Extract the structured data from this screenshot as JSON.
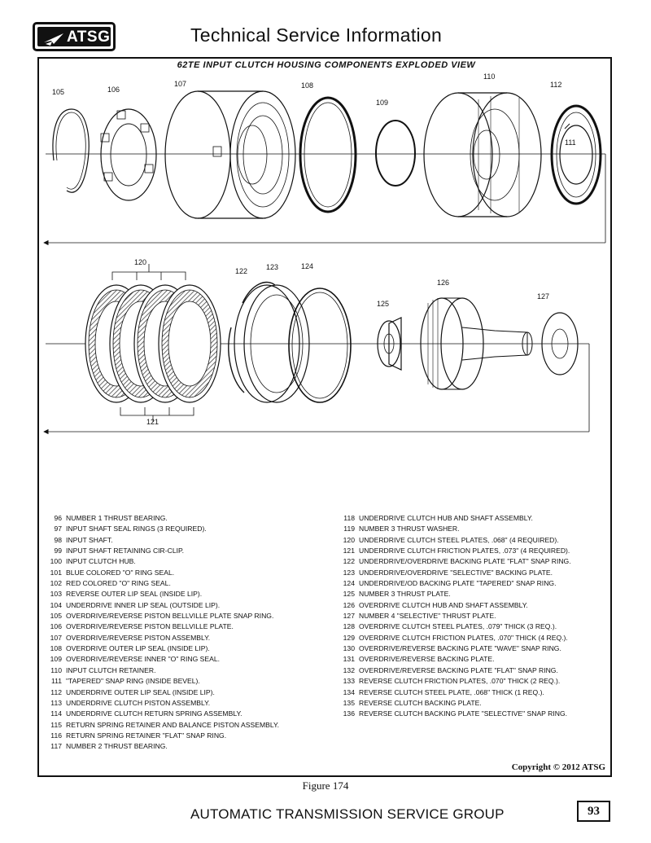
{
  "header": {
    "logo_text": "ATSG",
    "title": "Technical Service Information"
  },
  "diagram": {
    "title": "62TE INPUT CLUTCH HOUSING COMPONENTS EXPLODED VIEW",
    "callouts_top": [
      "105",
      "106",
      "107",
      "108",
      "109",
      "110",
      "111",
      "112"
    ],
    "callouts_bottom": [
      "120",
      "121",
      "122",
      "123",
      "124",
      "125",
      "126",
      "127"
    ]
  },
  "parts_left": [
    {
      "num": "96",
      "desc": "NUMBER 1 THRUST BEARING."
    },
    {
      "num": "97",
      "desc": "INPUT SHAFT SEAL RINGS  (3 REQUIRED)."
    },
    {
      "num": "98",
      "desc": "INPUT SHAFT."
    },
    {
      "num": "99",
      "desc": "INPUT SHAFT RETAINING CIR-CLIP."
    },
    {
      "num": "100",
      "desc": "INPUT CLUTCH HUB."
    },
    {
      "num": "101",
      "desc": "BLUE COLORED \"O\" RING SEAL."
    },
    {
      "num": "102",
      "desc": "RED COLORED \"O\" RING SEAL."
    },
    {
      "num": "103",
      "desc": "REVERSE OUTER LIP SEAL  (INSIDE LIP)."
    },
    {
      "num": "104",
      "desc": "UNDERDRIVE INNER LIP SEAL  (OUTSIDE LIP)."
    },
    {
      "num": "105",
      "desc": "OVERDRIVE/REVERSE PISTON BELLVILLE PLATE SNAP RING."
    },
    {
      "num": "106",
      "desc": "OVERDRIVE/REVERSE PISTON BELLVILLE PLATE."
    },
    {
      "num": "107",
      "desc": "OVERDRIVE/REVERSE PISTON ASSEMBLY."
    },
    {
      "num": "108",
      "desc": "OVERDRIVE OUTER LIP SEAL  (INSIDE LIP)."
    },
    {
      "num": "109",
      "desc": "OVERDRIVE/REVERSE INNER \"O\" RING SEAL."
    },
    {
      "num": "110",
      "desc": "INPUT CLUTCH RETAINER."
    },
    {
      "num": "111",
      "desc": "\"TAPERED\" SNAP RING  (INSIDE BEVEL)."
    },
    {
      "num": "112",
      "desc": "UNDERDRIVE OUTER LIP SEAL  (INSIDE LIP)."
    },
    {
      "num": "113",
      "desc": "UNDERDRIVE CLUTCH PISTON ASSEMBLY."
    },
    {
      "num": "114",
      "desc": "UNDERDRIVE CLUTCH RETURN SPRING ASSEMBLY."
    },
    {
      "num": "115",
      "desc": "RETURN SPRING RETAINER AND BALANCE PISTON ASSEMBLY."
    },
    {
      "num": "116",
      "desc": "RETURN SPRING RETAINER \"FLAT\" SNAP RING."
    },
    {
      "num": "117",
      "desc": "NUMBER 2 THRUST BEARING."
    }
  ],
  "parts_right": [
    {
      "num": "118",
      "desc": "UNDERDRIVE CLUTCH HUB AND SHAFT ASSEMBLY."
    },
    {
      "num": "119",
      "desc": "NUMBER 3 THRUST WASHER."
    },
    {
      "num": "120",
      "desc": "UNDERDRIVE CLUTCH STEEL PLATES, .068\"  (4 REQUIRED)."
    },
    {
      "num": "121",
      "desc": "UNDERDRIVE CLUTCH FRICTION PLATES, .073\"  (4 REQUIRED)."
    },
    {
      "num": "122",
      "desc": "UNDERDRIVE/OVERDRIVE BACKING PLATE \"FLAT\" SNAP RING."
    },
    {
      "num": "123",
      "desc": "UNDERDRIVE/OVERDRIVE \"SELECTIVE\" BACKING PLATE."
    },
    {
      "num": "124",
      "desc": "UNDERDRIVE/OD BACKING PLATE \"TAPERED\" SNAP RING."
    },
    {
      "num": "125",
      "desc": "NUMBER 3 THRUST PLATE."
    },
    {
      "num": "126",
      "desc": "OVERDRIVE CLUTCH HUB AND SHAFT ASSEMBLY."
    },
    {
      "num": "127",
      "desc": "NUMBER 4 \"SELECTIVE\" THRUST PLATE."
    },
    {
      "num": "128",
      "desc": "OVERDRIVE CLUTCH STEEL PLATES, .079\" THICK  (3 REQ.)."
    },
    {
      "num": "129",
      "desc": "OVERDRIVE CLUTCH FRICTION PLATES, .070\" THICK (4 REQ.)."
    },
    {
      "num": "130",
      "desc": "OVERDRIVE/REVERSE BACKING PLATE \"WAVE\" SNAP RING."
    },
    {
      "num": "131",
      "desc": "OVERDRIVE/REVERSE  BACKING PLATE."
    },
    {
      "num": "132",
      "desc": "OVERDRIVE/REVERSE BACKING PLATE \"FLAT\" SNAP RING."
    },
    {
      "num": "133",
      "desc": "REVERSE CLUTCH FRICTION PLATES, .070\" THICK  (2 REQ.)."
    },
    {
      "num": "134",
      "desc": "REVERSE CLUTCH STEEL PLATE, .068\" THICK  (1 REQ.)."
    },
    {
      "num": "135",
      "desc": "REVERSE CLUTCH BACKING PLATE."
    },
    {
      "num": "136",
      "desc": "REVERSE CLUTCH BACKING PLATE \"SELECTIVE\" SNAP RING."
    }
  ],
  "copyright": "Copyright © 2012 ATSG",
  "figure_caption": "Figure 174",
  "footer": {
    "org": "AUTOMATIC TRANSMISSION SERVICE GROUP",
    "page_number": "93"
  }
}
